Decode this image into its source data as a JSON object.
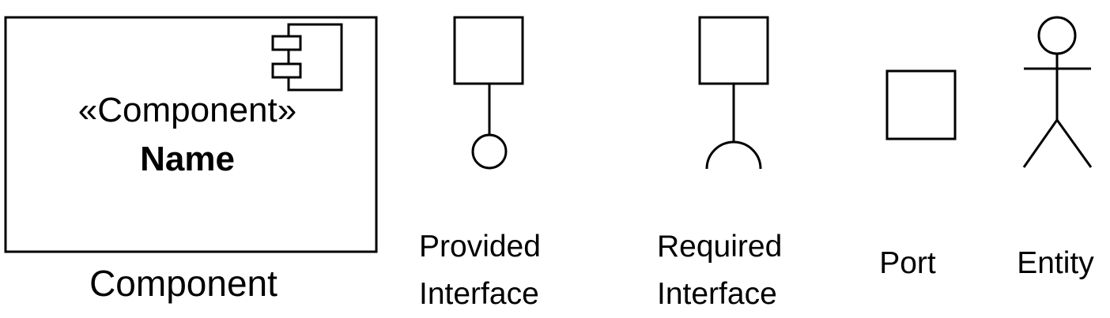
{
  "component_box": {
    "stereotype": "«Component»",
    "name": "Name",
    "icon": "component-icon"
  },
  "captions": {
    "component": "Component",
    "provided_interface": [
      "Provided",
      "Interface"
    ],
    "required_interface": [
      "Required",
      "Interface"
    ],
    "port": "Port",
    "entity": "Entity"
  },
  "colors": {
    "stroke": "#000000",
    "background": "#ffffff"
  }
}
